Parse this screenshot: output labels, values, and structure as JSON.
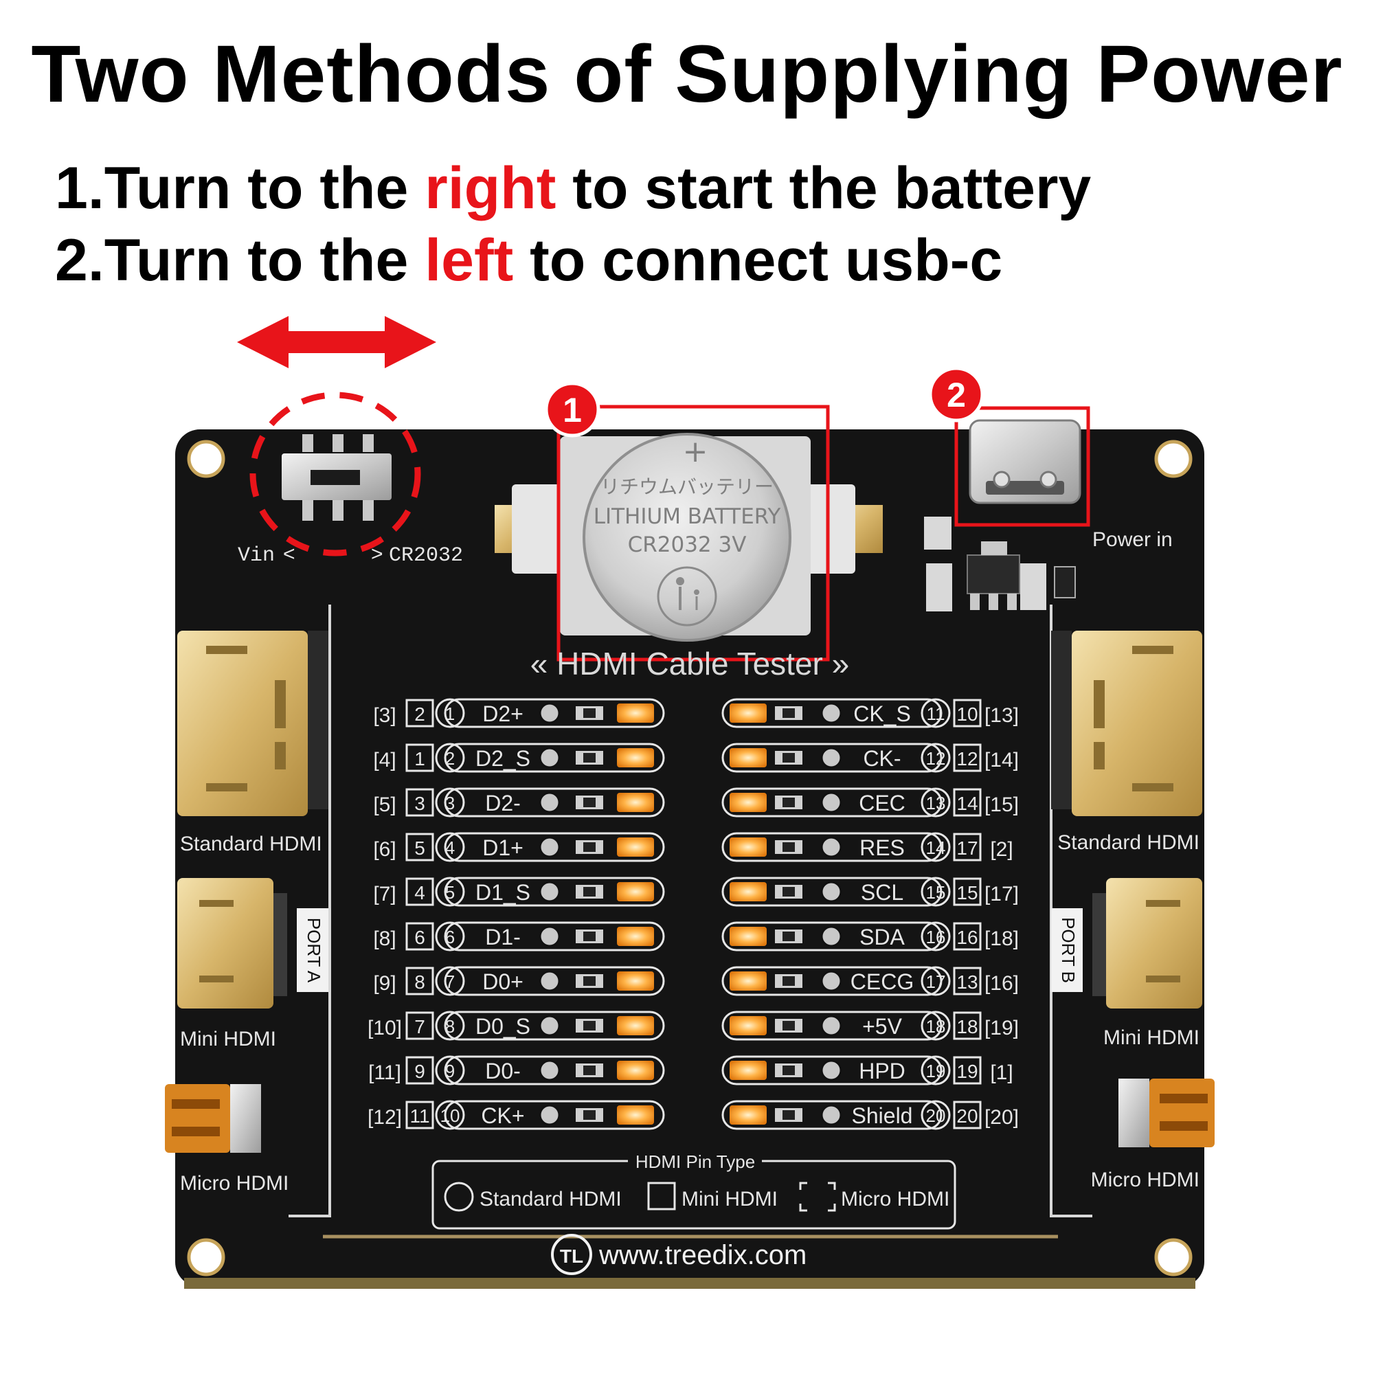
{
  "heading": "Two Methods of Supplying Power",
  "steps": [
    {
      "prefix": "1.Turn to the ",
      "highlight": "right",
      "suffix": " to start the battery"
    },
    {
      "prefix": "2.Turn to the ",
      "highlight": "left",
      "suffix": " to connect usb-c"
    }
  ],
  "colors": {
    "accent": "#e8141a",
    "board": "#141414",
    "led": "#ffa23a",
    "silk": "#e6e6e6"
  },
  "callouts": [
    "1",
    "2"
  ],
  "board": {
    "switch_labels": {
      "left": "Vin",
      "right": "CR2032"
    },
    "battery": {
      "line1": "リチウムバッテリー",
      "line2": "LITHIUM BATTERY",
      "line3": "CR2032  3V",
      "plus": "+"
    },
    "power_label": "Power in",
    "title": "« HDMI Cable Tester »",
    "left_ports": [
      "Standard HDMI",
      "Mini HDMI",
      "Micro HDMI"
    ],
    "right_ports": [
      "Standard HDMI",
      "Mini HDMI",
      "Micro HDMI"
    ],
    "port_a": "PORT A",
    "port_b": "PORT B",
    "left_rows": [
      {
        "micro": "3",
        "mini": "2",
        "std": "1",
        "signal": "D2+"
      },
      {
        "micro": "4",
        "mini": "1",
        "std": "2",
        "signal": "D2_S"
      },
      {
        "micro": "5",
        "mini": "3",
        "std": "3",
        "signal": "D2-"
      },
      {
        "micro": "6",
        "mini": "5",
        "std": "4",
        "signal": "D1+"
      },
      {
        "micro": "7",
        "mini": "4",
        "std": "5",
        "signal": "D1_S"
      },
      {
        "micro": "8",
        "mini": "6",
        "std": "6",
        "signal": "D1-"
      },
      {
        "micro": "9",
        "mini": "8",
        "std": "7",
        "signal": "D0+"
      },
      {
        "micro": "10",
        "mini": "7",
        "std": "8",
        "signal": "D0_S"
      },
      {
        "micro": "11",
        "mini": "9",
        "std": "9",
        "signal": "D0-"
      },
      {
        "micro": "12",
        "mini": "11",
        "std": "10",
        "signal": "CK+"
      }
    ],
    "right_rows": [
      {
        "signal": "CK_S",
        "std": "11",
        "mini": "10",
        "micro": "13"
      },
      {
        "signal": "CK-",
        "std": "12",
        "mini": "12",
        "micro": "14"
      },
      {
        "signal": "CEC",
        "std": "13",
        "mini": "14",
        "micro": "15"
      },
      {
        "signal": "RES",
        "std": "14",
        "mini": "17",
        "micro": "2"
      },
      {
        "signal": "SCL",
        "std": "15",
        "mini": "15",
        "micro": "17"
      },
      {
        "signal": "SDA",
        "std": "16",
        "mini": "16",
        "micro": "18"
      },
      {
        "signal": "CECG",
        "std": "17",
        "mini": "13",
        "micro": "16"
      },
      {
        "signal": "+5V",
        "std": "18",
        "mini": "18",
        "micro": "19"
      },
      {
        "signal": "HPD",
        "std": "19",
        "mini": "19",
        "micro": "1"
      },
      {
        "signal": "Shield",
        "std": "20",
        "mini": "20",
        "micro": "20"
      }
    ],
    "legend": {
      "title": "HDMI Pin Type",
      "standard": "Standard HDMI",
      "mini": "Mini HDMI",
      "micro": "Micro HDMI"
    },
    "website": "www.treedix.com",
    "logo_text": "TL"
  }
}
